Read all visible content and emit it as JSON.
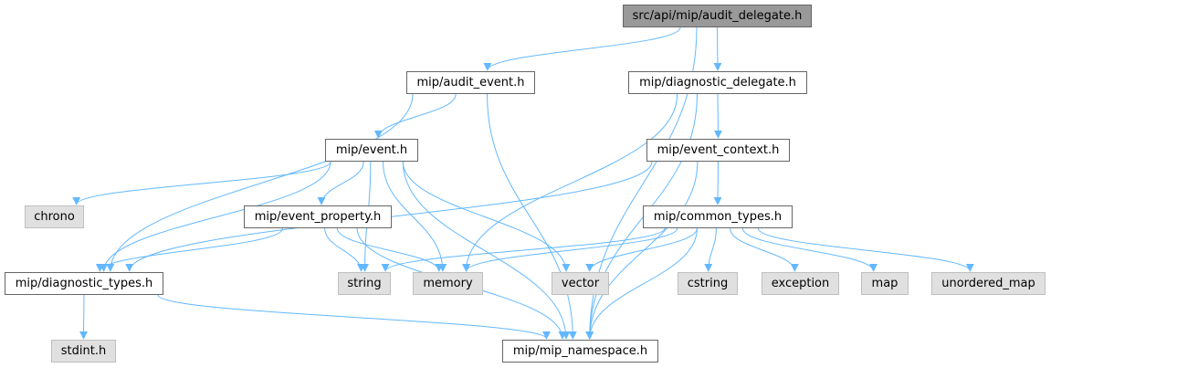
{
  "graph": {
    "edge_color": "#63b8ff",
    "nodes": {
      "root": "src/api/mip/audit_delegate.h",
      "audit_event": "mip/audit_event.h",
      "diagnostic_delegate": "mip/diagnostic_delegate.h",
      "event": "mip/event.h",
      "event_context": "mip/event_context.h",
      "chrono": "chrono",
      "event_property": "mip/event_property.h",
      "common_types": "mip/common_types.h",
      "diagnostic_types": "mip/diagnostic_types.h",
      "string": "string",
      "memory": "memory",
      "vector": "vector",
      "cstring": "cstring",
      "exception": "exception",
      "map": "map",
      "unordered_map": "unordered_map",
      "stdint": "stdint.h",
      "mip_namespace": "mip/mip_namespace.h"
    },
    "edges": [
      [
        "root",
        "audit_event"
      ],
      [
        "root",
        "diagnostic_delegate"
      ],
      [
        "root",
        "mip_namespace"
      ],
      [
        "audit_event",
        "event"
      ],
      [
        "audit_event",
        "diagnostic_types"
      ],
      [
        "audit_event",
        "mip_namespace"
      ],
      [
        "diagnostic_delegate",
        "event_context"
      ],
      [
        "diagnostic_delegate",
        "memory"
      ],
      [
        "diagnostic_delegate",
        "mip_namespace"
      ],
      [
        "event",
        "chrono"
      ],
      [
        "event",
        "event_property"
      ],
      [
        "event",
        "diagnostic_types"
      ],
      [
        "event",
        "string"
      ],
      [
        "event",
        "memory"
      ],
      [
        "event",
        "vector"
      ],
      [
        "event",
        "mip_namespace"
      ],
      [
        "event_context",
        "common_types"
      ],
      [
        "event_context",
        "diagnostic_types"
      ],
      [
        "event_context",
        "mip_namespace"
      ],
      [
        "event_property",
        "diagnostic_types"
      ],
      [
        "event_property",
        "string"
      ],
      [
        "event_property",
        "memory"
      ],
      [
        "event_property",
        "mip_namespace"
      ],
      [
        "common_types",
        "string"
      ],
      [
        "common_types",
        "memory"
      ],
      [
        "common_types",
        "vector"
      ],
      [
        "common_types",
        "cstring"
      ],
      [
        "common_types",
        "exception"
      ],
      [
        "common_types",
        "map"
      ],
      [
        "common_types",
        "unordered_map"
      ],
      [
        "common_types",
        "mip_namespace"
      ],
      [
        "diagnostic_types",
        "stdint"
      ],
      [
        "diagnostic_types",
        "mip_namespace"
      ]
    ]
  }
}
